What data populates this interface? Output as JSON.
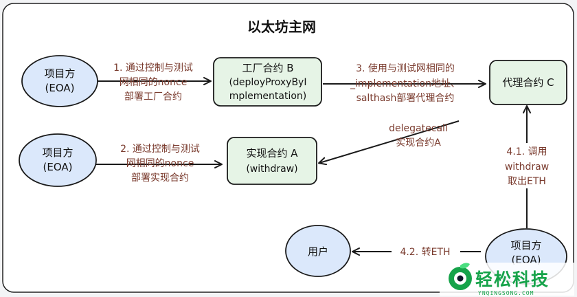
{
  "title": "以太坊主网",
  "nodes": {
    "eoa_top": {
      "line1": "项目方",
      "line2": "(EOA)"
    },
    "factory_b": {
      "line1": "工厂合约 B",
      "line2": "(deployProxyByI",
      "line3": "mplementation)"
    },
    "proxy_c": {
      "line1": "代理合约 C"
    },
    "eoa_mid": {
      "line1": "项目方",
      "line2": "(EOA)"
    },
    "impl_a": {
      "line1": "实现合约 A",
      "line2": "(withdraw)"
    },
    "user": {
      "line1": "用户"
    },
    "eoa_bottom": {
      "line1": "项目方",
      "line2": "(EOA)"
    }
  },
  "edges": {
    "step1": {
      "line1": "1. 通过控制与测试",
      "line2": "网相同的nonce",
      "line3": "部署工厂合约"
    },
    "step3": {
      "line1": "3. 使用与测试网相同的",
      "line2": "_implementation地址、",
      "line3": "salthash部署代理合约"
    },
    "step2": {
      "line1": "2. 通过控制与测试",
      "line2": "网相同的nonce",
      "line3": "部署实现合约"
    },
    "delegatecall": {
      "line1": "delegatecall",
      "line2": "实现合约A"
    },
    "step41": {
      "line1": "4.1. 调用",
      "line2": "withdraw",
      "line3": "取出ETH"
    },
    "step42": {
      "line1": "4.2. 转ETH"
    }
  },
  "watermark": {
    "name": "轻松科技",
    "url": "YNQINGSONG.COM"
  },
  "colors": {
    "ellipse_fill": "#dbe8fb",
    "box_fill": "#e6f4e6",
    "stroke": "#1a1a1a",
    "edge_text": "#7a3b2e",
    "watermark": "#16a34a"
  }
}
